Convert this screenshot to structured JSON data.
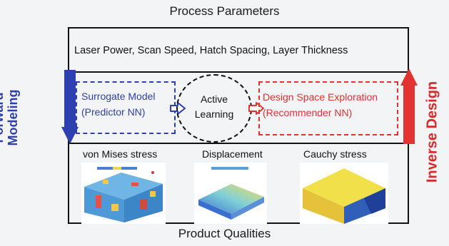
{
  "top_title": "Process Parameters",
  "bottom_title": "Product Qualities",
  "parameters": "Laser Power, Scan Speed, Hatch Spacing, Layer Thickness",
  "surrogate": {
    "line1": "Surrogate Model",
    "line2": "(Predictor NN)"
  },
  "active_learning": {
    "line1": "Active",
    "line2": "Learning"
  },
  "design_space": {
    "line1": "Design Space Exploration",
    "line2": "(Recommender NN)"
  },
  "forward_modeling": {
    "line1": "Forward",
    "line2": "Modeling"
  },
  "inverse_design": "Inverse Design",
  "quality_images": [
    {
      "label": "von Mises stress"
    },
    {
      "label": "Displacement"
    },
    {
      "label": "Cauchy stress"
    }
  ],
  "colors": {
    "forward_blue": "#2e3fb0",
    "inverse_red": "#e23232",
    "outline": "#111111",
    "background": "#f3f4f6"
  }
}
